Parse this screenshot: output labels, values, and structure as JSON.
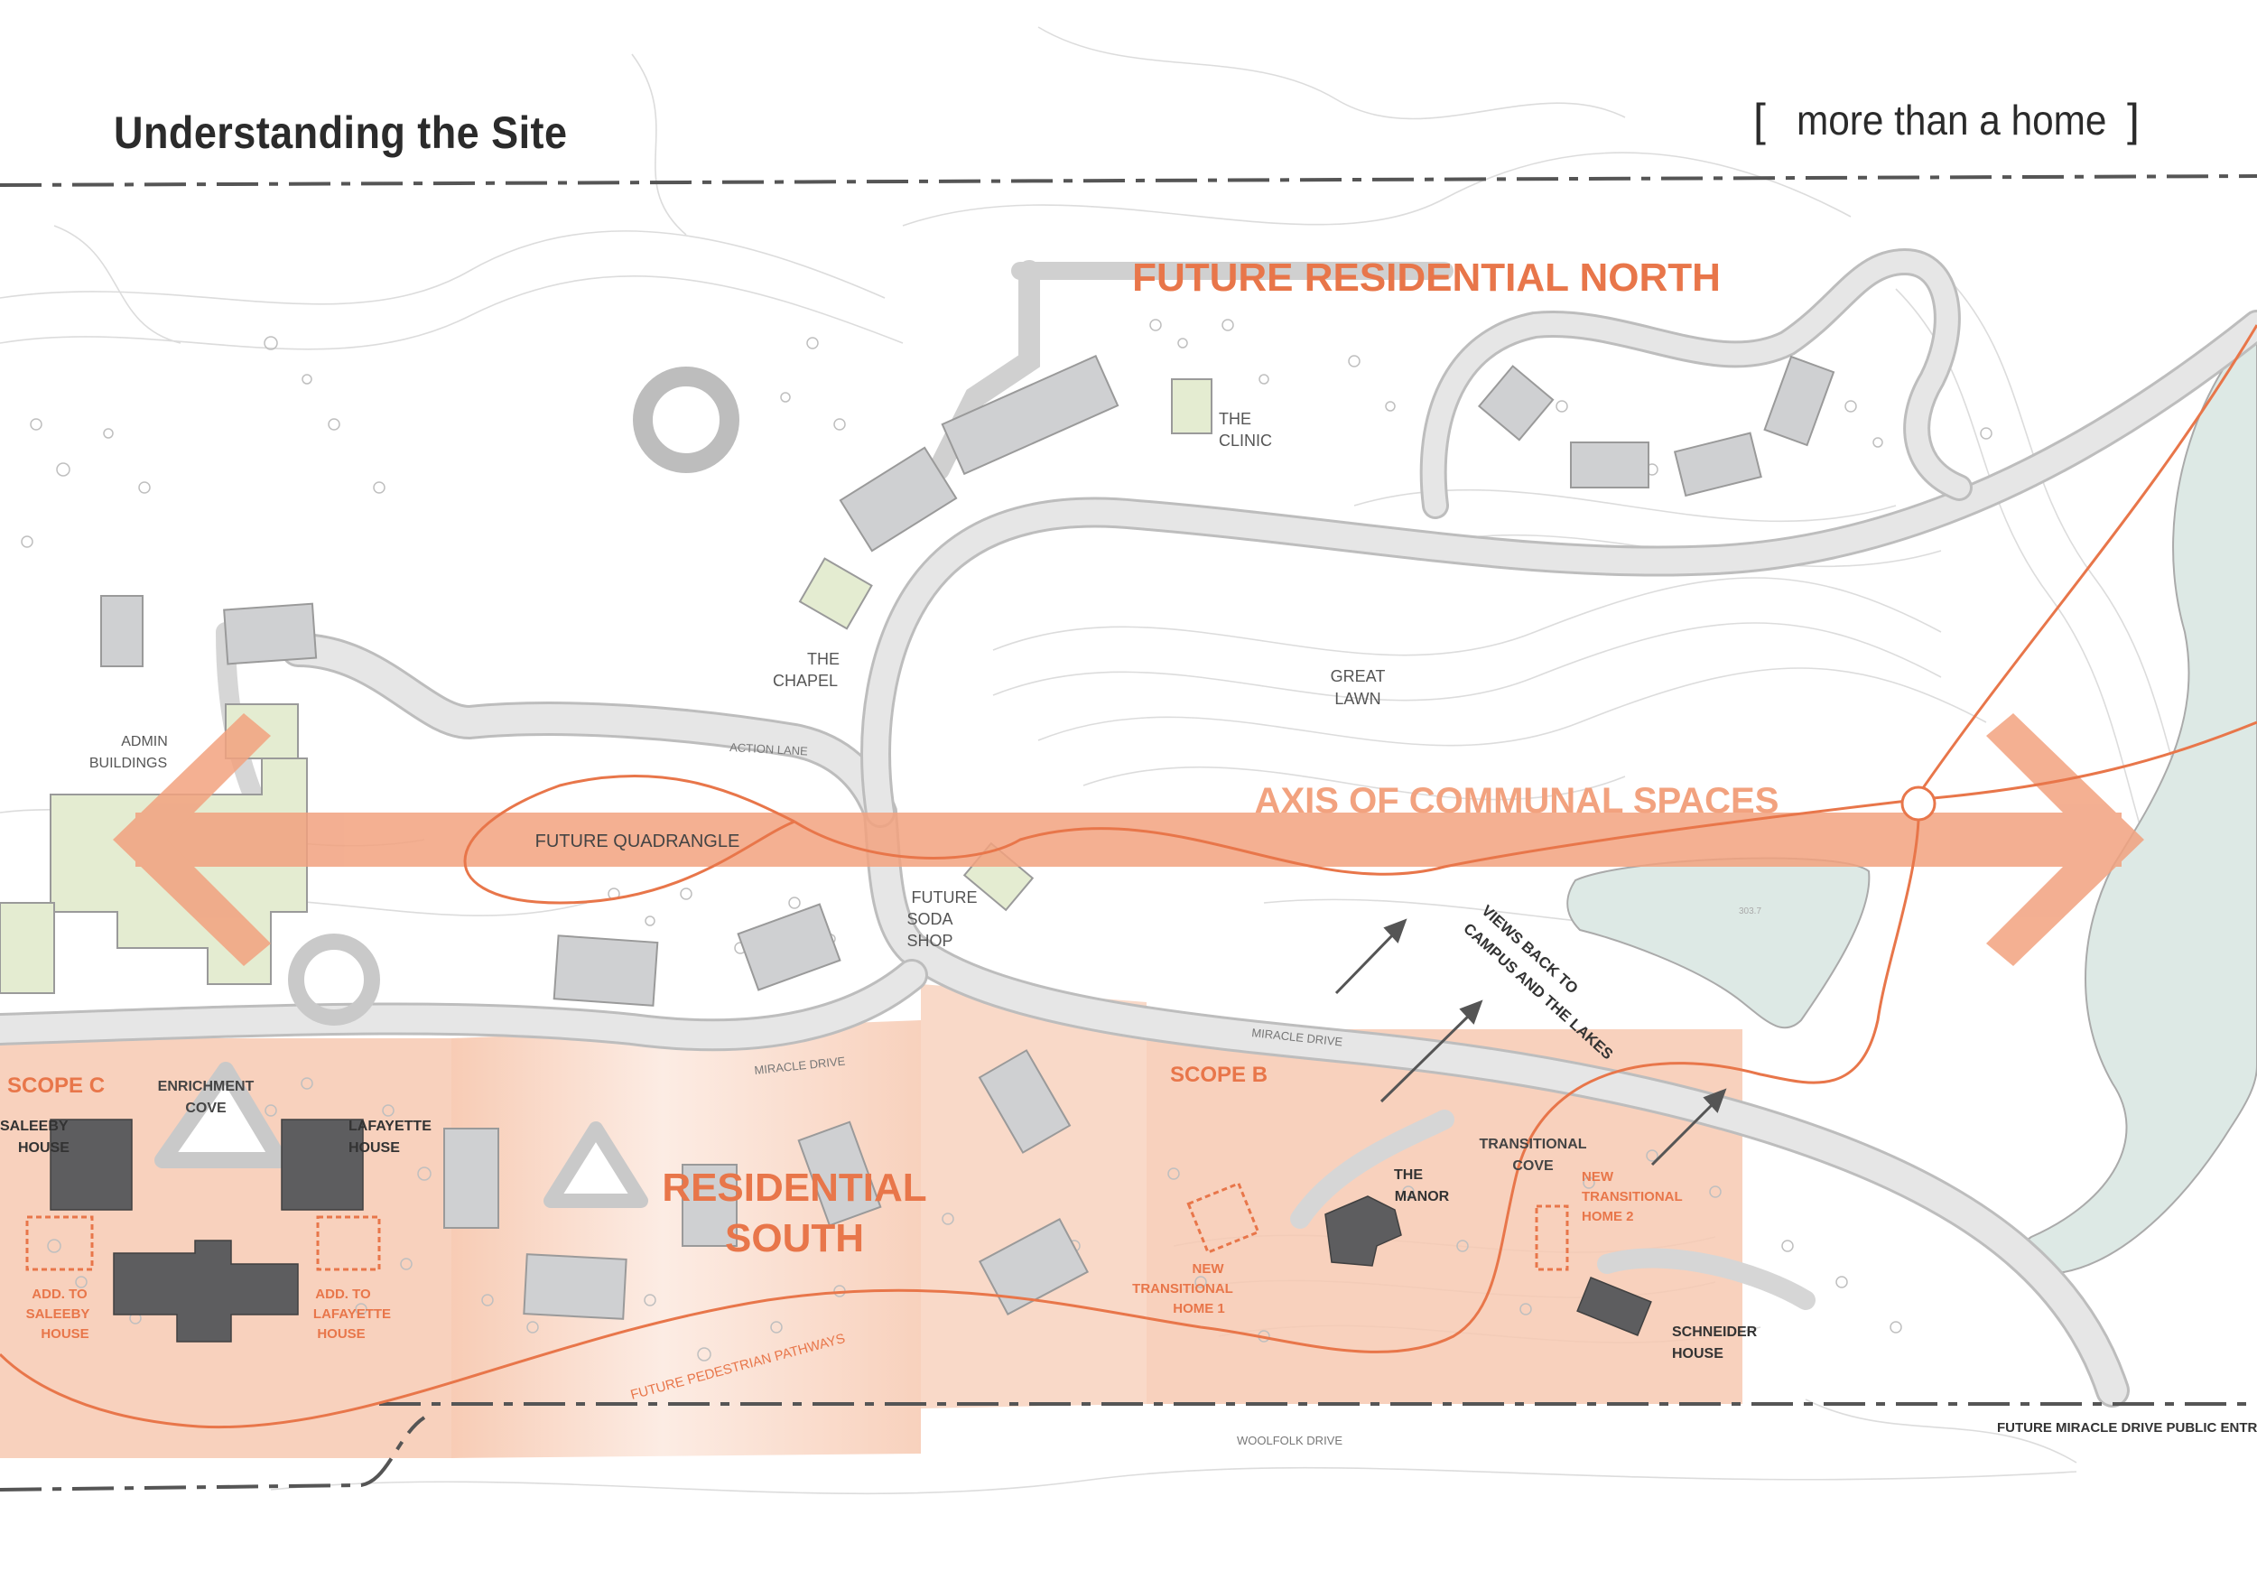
{
  "header": {
    "title": "Understanding the Site",
    "tagline": "more than a home",
    "bracket_open": "[",
    "bracket_close": "]"
  },
  "colors": {
    "accent": "#e8764a",
    "scope_fill": "#f7c9b1",
    "building_dark": "#5d5d5f",
    "building_light": "#cfd0d2",
    "building_green": "#e4ecd1",
    "water": "#dde9e5",
    "road": "#e6e6e6"
  },
  "zones": {
    "future_residential_north": "FUTURE RESIDENTIAL NORTH",
    "axis": "AXIS OF COMMUNAL SPACES",
    "residential_south_line1": "RESIDENTIAL",
    "residential_south_line2": "SOUTH",
    "scope_c": "SCOPE C",
    "scope_b": "SCOPE B",
    "future_quadrangle": "FUTURE QUADRANGLE",
    "future_pedestrian_pathways": "FUTURE PEDESTRIAN PATHWAYS",
    "views_line1": "VIEWS BACK TO",
    "views_line2": "CAMPUS AND THE LAKES"
  },
  "places": {
    "clinic_1": "THE",
    "clinic_2": "CLINIC",
    "chapel_1": "THE",
    "chapel_2": "CHAPEL",
    "great_lawn_1": "GREAT",
    "great_lawn_2": "LAWN",
    "admin_1": "ADMIN",
    "admin_2": "BUILDINGS",
    "soda_1": "FUTURE",
    "soda_2": "SODA",
    "soda_3": "SHOP",
    "enrichment_1": "ENRICHMENT",
    "enrichment_2": "COVE",
    "saleeby_1": "SALEEBY",
    "saleeby_2": "HOUSE",
    "lafayette_1": "LAFAYETTE",
    "lafayette_2": "HOUSE",
    "manor_1": "THE",
    "manor_2": "MANOR",
    "transitional_cove_1": "TRANSITIONAL",
    "transitional_cove_2": "COVE",
    "schneider_1": "SCHNEIDER",
    "schneider_2": "HOUSE"
  },
  "proposed": {
    "add_saleeby_1": "ADD. TO",
    "add_saleeby_2": "SALEEBY",
    "add_saleeby_3": "HOUSE",
    "add_lafayette_1": "ADD. TO",
    "add_lafayette_2": "LAFAYETTE",
    "add_lafayette_3": "HOUSE",
    "nth1_1": "NEW",
    "nth1_2": "TRANSITIONAL",
    "nth1_3": "HOME 1",
    "nth2_1": "NEW",
    "nth2_2": "TRANSITIONAL",
    "nth2_3": "HOME 2"
  },
  "roads": {
    "action_lane": "ACTION LANE",
    "miracle_drive_1": "MIRACLE DRIVE",
    "miracle_drive_2": "MIRACLE DRIVE",
    "woolfolk_drive": "WOOLFOLK DRIVE",
    "public_entrance": "FUTURE MIRACLE DRIVE PUBLIC ENTRA",
    "contour_label": "303.7"
  }
}
